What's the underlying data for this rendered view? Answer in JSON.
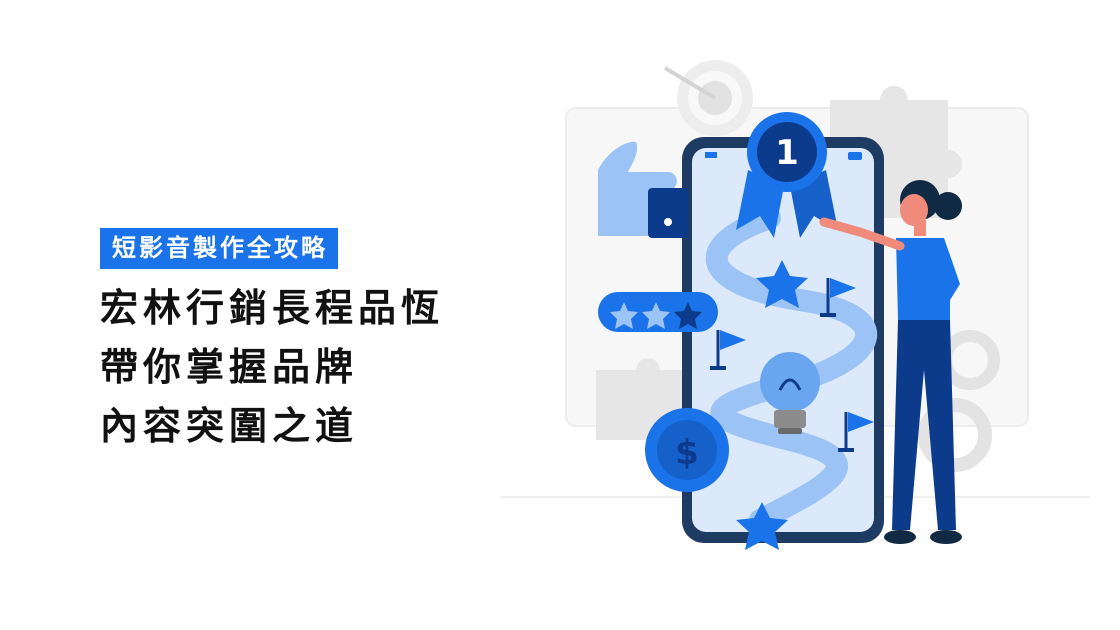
{
  "tag": "短影音製作全攻略",
  "headline": {
    "lines": [
      "宏林行銷長程品恆",
      "帶你掌握品牌",
      "內容突圍之道"
    ]
  },
  "illustration": {
    "medal_number": "1",
    "coin_symbol": "$",
    "rating_stars_filled": 2,
    "rating_stars_total": 3,
    "colors": {
      "primary": "#1a73e8",
      "dark_blue": "#0d3b8c",
      "light_blue": "#9cc3f5",
      "pale_blue": "#dbe9fb",
      "gray": "#ececec"
    }
  }
}
